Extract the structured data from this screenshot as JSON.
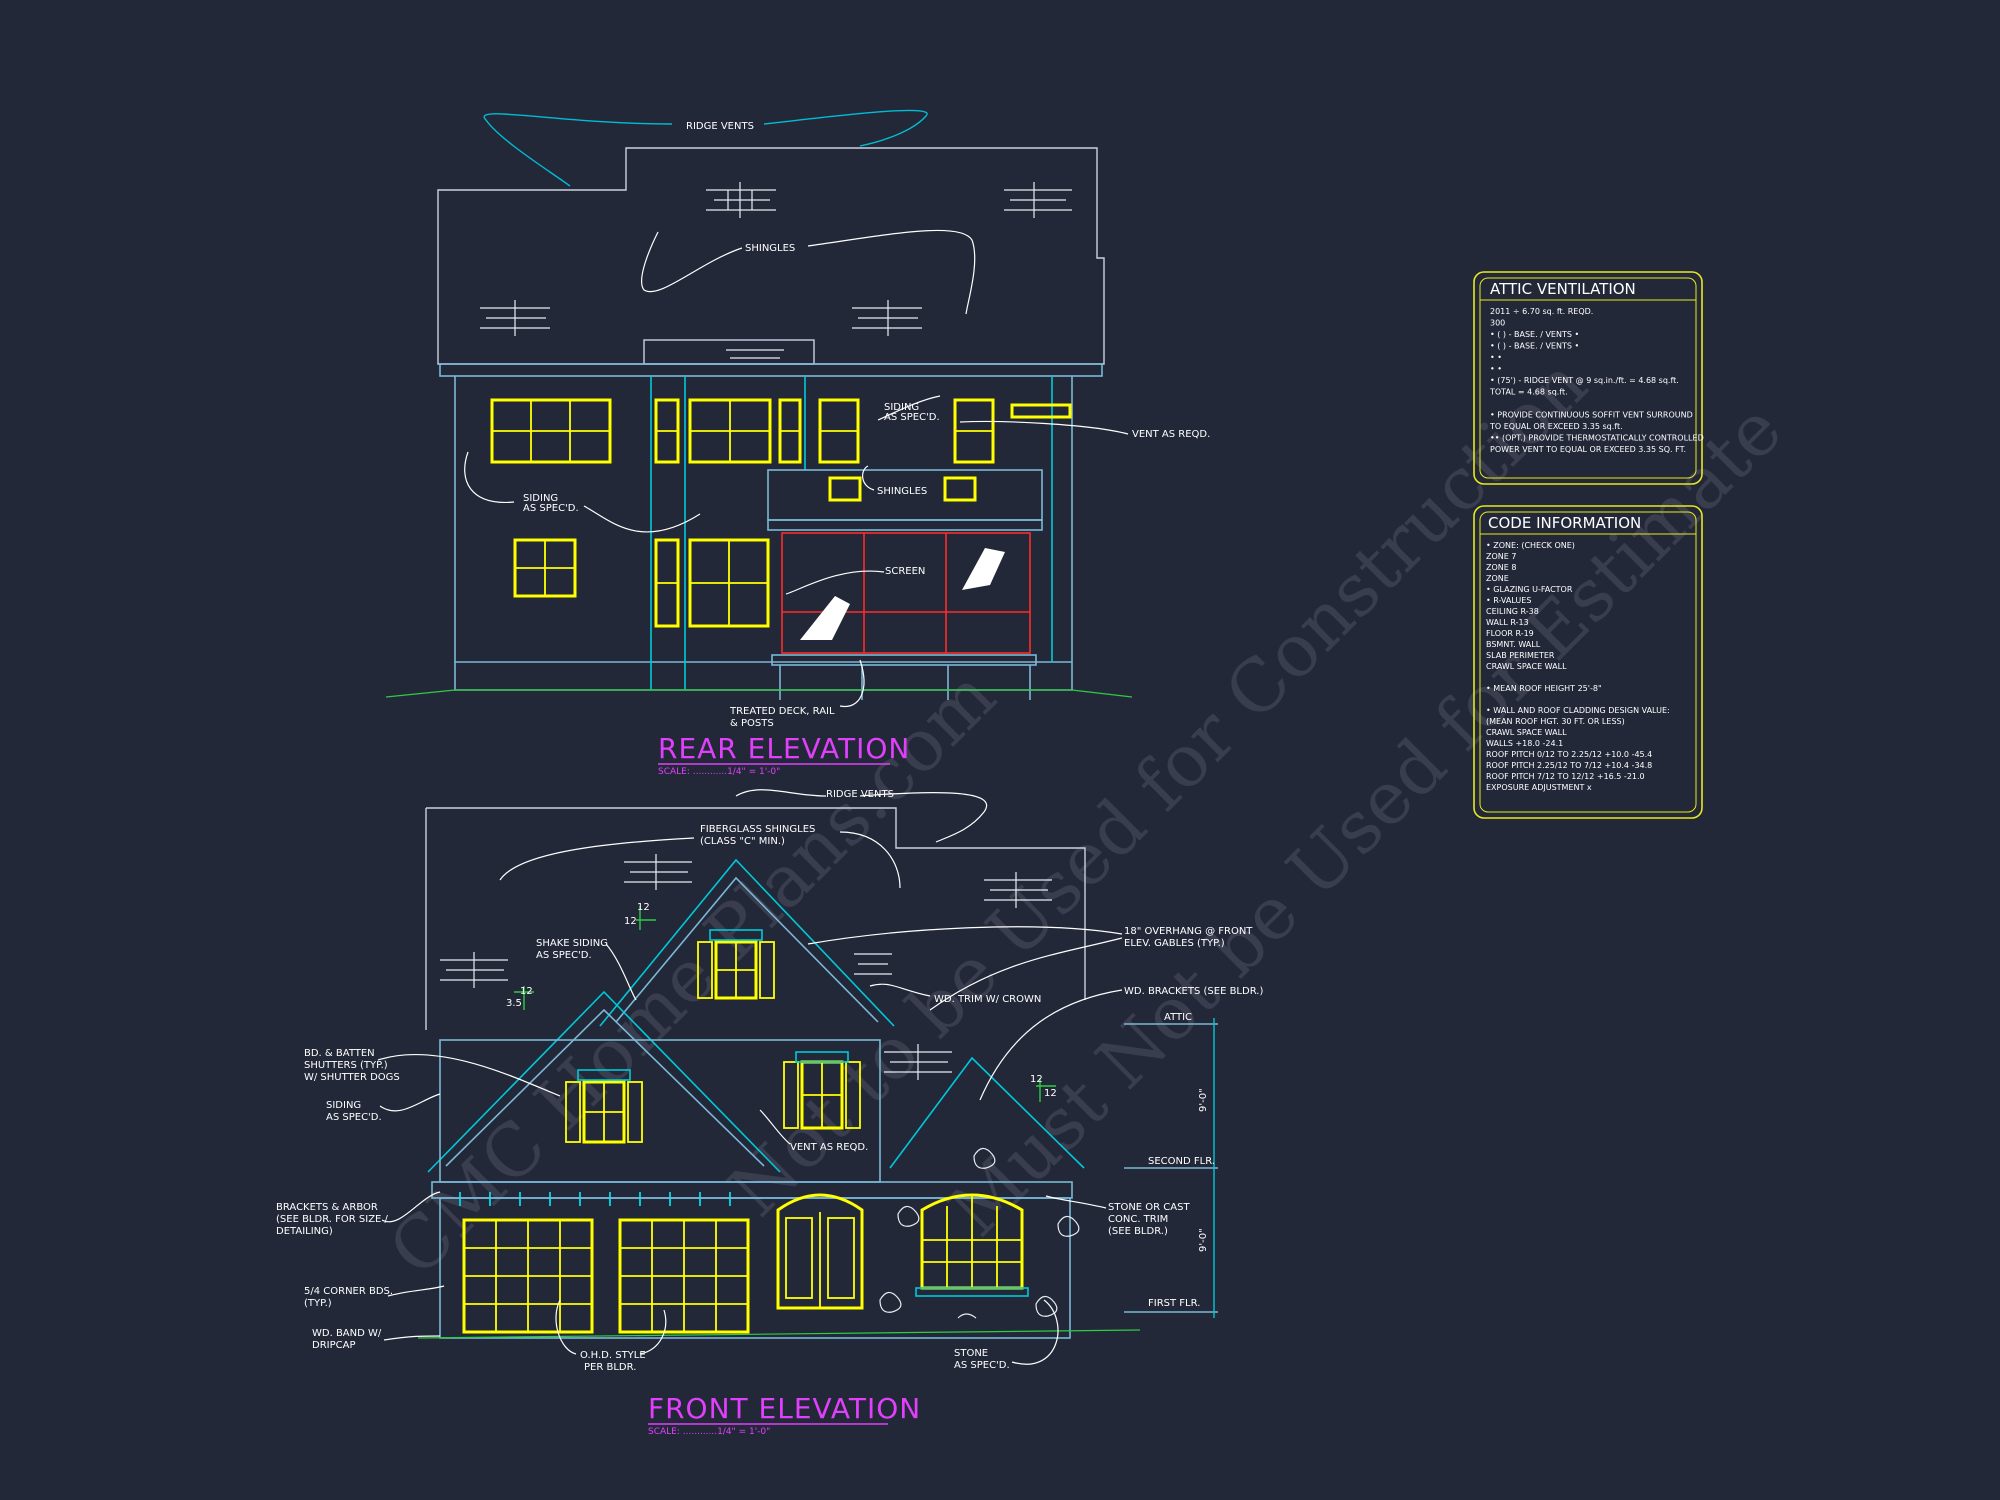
{
  "rear": {
    "title": "REAR ELEVATION",
    "scale": "SCALE: ............1/4\" = 1'-0\"",
    "labels": {
      "ridge_vents": "RIDGE VENTS",
      "shingles": "SHINGLES",
      "siding_1": "SIDING",
      "siding_1b": "AS SPEC'D.",
      "vent_as_reqd": "VENT AS REQD.",
      "siding_2": "SIDING",
      "siding_2b": "AS SPEC'D.",
      "shingles_2": "SHINGLES",
      "screen": "SCREEN",
      "deck_1": "TREATED DECK, RAIL",
      "deck_2": "& POSTS"
    }
  },
  "front": {
    "title": "FRONT ELEVATION",
    "scale": "SCALE: ............1/4\" = 1'-0\"",
    "labels": {
      "ridge_vents": "RIDGE VENTS",
      "fiberglass_1": "FIBERGLASS SHINGLES",
      "fiberglass_2": "(CLASS \"C\" MIN.)",
      "shake_1": "SHAKE SIDING",
      "shake_2": "AS SPEC'D.",
      "overhang_1": "18\" OVERHANG @ FRONT",
      "overhang_2": "ELEV. GABLES (TYP.)",
      "wd_brackets": "WD. BRACKETS (SEE BLDR.)",
      "wd_trim": "WD. TRIM W/ CROWN",
      "attic": "ATTIC",
      "bd_1": "BD. & BATTEN",
      "bd_2": "SHUTTERS (TYP.)",
      "bd_3": "W/ SHUTTER DOGS",
      "siding_1": "SIDING",
      "siding_2": "AS SPEC'D.",
      "vent": "VENT AS REQD.",
      "second_flr": "SECOND FLR.",
      "brackets_1": "BRACKETS & ARBOR",
      "brackets_2": "(SEE BLDR. FOR SIZE /",
      "brackets_3": "DETAILING)",
      "stone_cast_1": "STONE OR CAST",
      "stone_cast_2": "CONC. TRIM",
      "stone_cast_3": "(SEE BLDR.)",
      "corner_1": "5/4 CORNER BDS.",
      "corner_2": "(TYP.)",
      "first_flr": "FIRST FLR.",
      "band_1": "WD. BAND W/",
      "band_2": "DRIPCAP",
      "ohd_1": "O.H.D. STYLE",
      "ohd_2": "PER BLDR.",
      "stone_1": "STONE",
      "stone_2": "AS SPEC'D.",
      "pitch_a": "12",
      "pitch_b": "12",
      "pitch_c": "3.5",
      "pitch_d": "12",
      "pitch_e": "12",
      "pitch_f": "12",
      "dim_upper": "9'-0\"",
      "dim_lower": "9'-0\""
    }
  },
  "attic_ventilation": {
    "heading": "ATTIC VENTILATION",
    "lines": [
      "2011 ÷ 6.70 sq. ft. REQD.",
      "300",
      "• ( ) -        BASE.    /    VENTS  •",
      "• ( ) -        BASE.    /    VENTS  •",
      "•                                              •",
      "•                                              •",
      "• (75') - RIDGE VENT @ 9 sq.in./ft. = 4.68 sq.ft.",
      "                                TOTAL      = 4.68 sq.ft.",
      "",
      "• PROVIDE CONTINUOUS SOFFIT VENT SURROUND",
      "   TO EQUAL OR EXCEED  3.35 sq.ft.",
      "•• (OPT.) PROVIDE THERMOSTATICALLY CONTROLLED",
      "   POWER VENT TO EQUAL OR EXCEED  3.35 SQ. FT."
    ]
  },
  "code_information": {
    "heading": "CODE INFORMATION",
    "lines": [
      "• ZONE: (CHECK ONE)",
      "     ZONE 7",
      "     ZONE 8",
      "     ZONE",
      "• GLAZING U-FACTOR",
      "• R-VALUES",
      "     CEILING              R-38",
      "     WALL                  R-13",
      "     FLOOR                R-19",
      "     BSMNT. WALL",
      "     SLAB PERIMETER",
      "     CRAWL SPACE WALL",
      "",
      "• MEAN ROOF HEIGHT  25'-8\"",
      "",
      "• WALL AND ROOF CLADDING DESIGN VALUE:",
      "   (MEAN ROOF HGT. 30 FT. OR LESS)",
      "     CRAWL SPACE WALL",
      "     WALLS                       +18.0  -24.1",
      "     ROOF PITCH 0/12 TO 2.25/12   +10.0  -45.4",
      "     ROOF PITCH 2.25/12 TO 7/12   +10.4  -34.8",
      "     ROOF PITCH 7/12 TO 12/12     +16.5  -21.0",
      "     EXPOSURE ADJUSTMENT         x"
    ]
  },
  "watermark": {
    "line1": "CMC Home Plans.com",
    "line2": "Not to be Used for Construction",
    "line3": "Must Not be Used for Estimate"
  },
  "colors": {
    "background": "#232839",
    "window": "#ffff00",
    "title": "#e040fb",
    "screen": "#ff2a2a",
    "trim": "#00c8d8"
  }
}
